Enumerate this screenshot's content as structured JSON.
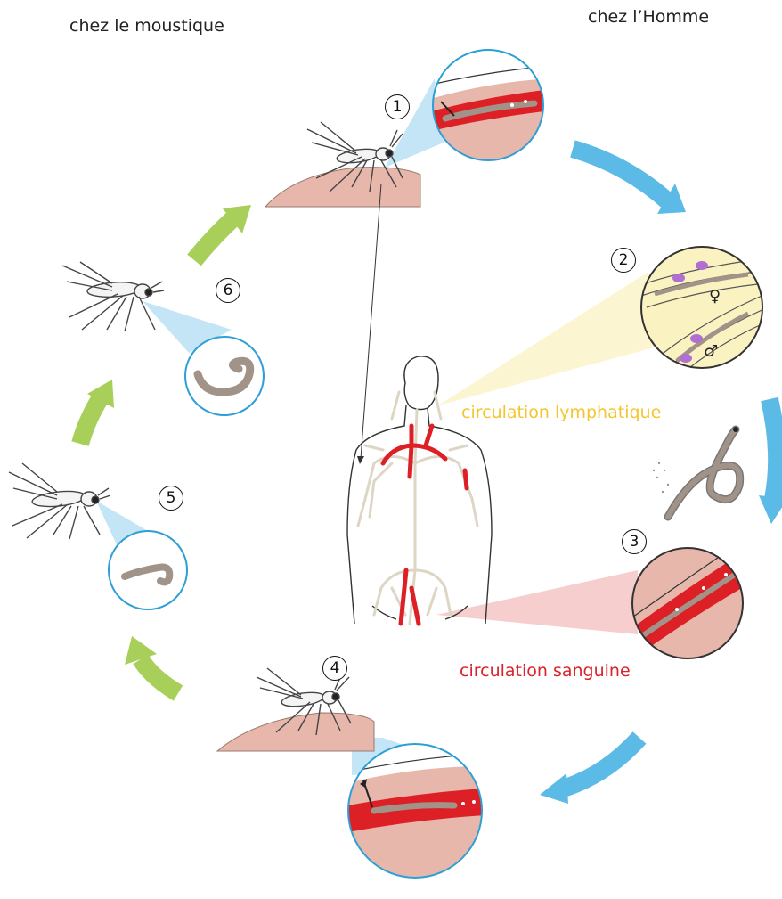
{
  "headers": {
    "mosquito_side": "chez le moustique",
    "human_side": "chez l’Homme"
  },
  "labels": {
    "lymphatic": "circulation lymphatique",
    "blood": "circulation sanguine"
  },
  "steps": [
    "1",
    "2",
    "3",
    "4",
    "5",
    "6"
  ],
  "sex_symbols": {
    "female": "♀",
    "male": "♂"
  },
  "colors": {
    "lymphatic_label": "#f2c62e",
    "blood_label": "#d9232a",
    "human_arrows": "#5bbbe6",
    "mosquito_arrows": "#a7cf5a",
    "skin": "#e7b7ab",
    "blood_vessel": "#dd1f26",
    "worm": "#a29389",
    "lymph_vessel": "#ddd6c5",
    "lens_blue": "#b9e1f4",
    "lens_yellow": "#fbf2c2",
    "lens_pink": "#f5c6c6",
    "node_purple": "#b06fd1"
  },
  "icons": [
    "mosquito-icon",
    "worm-icon",
    "human-body-icon",
    "blood-vessel-icon",
    "lymph-node-icon",
    "arrow-icon"
  ]
}
